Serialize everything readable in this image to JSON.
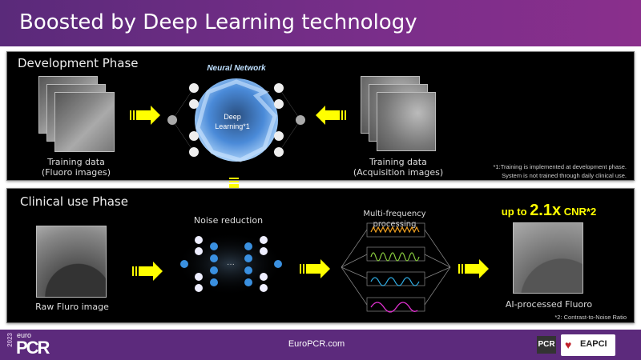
{
  "header": {
    "title": "Boosted by Deep Learning technology"
  },
  "development": {
    "phase_label": "Development Phase",
    "network_label": "Neural Network",
    "deep_learning_label": "Deep",
    "deep_learning_label2": "Learning*1",
    "left_caption_1": "Training data",
    "left_caption_2": "(Fluoro images)",
    "right_caption_1": "Training data",
    "right_caption_2": "(Acquisition images)",
    "footnote_1": "*1:Training is implemented at development phase.",
    "footnote_2": "System is not trained through daily clinical use."
  },
  "clinical": {
    "phase_label": "Clinical use Phase",
    "raw_caption": "Raw Fluro image",
    "noise_label": "Noise reduction",
    "multifreq_label": "Multi-frequency processing",
    "cnr_prefix": "up to ",
    "cnr_value": "2.1x",
    "cnr_suffix": " CNR*2",
    "ai_caption": "AI-processed Fluoro",
    "footnote": "*2: Contrast-to-Noise Ratio",
    "wave_colors": [
      "#f0a020",
      "#8cd040",
      "#30b0e8",
      "#e030d0"
    ]
  },
  "footer": {
    "year": "2023",
    "logo_small": "euro",
    "logo_big": "PCR",
    "site": "EuroPCR.com",
    "pcr_logo": "PCR",
    "eapci_logo": "EAPCI"
  },
  "colors": {
    "accent_yellow": "#ffff00",
    "brand_purple": "#5c2a7c"
  }
}
